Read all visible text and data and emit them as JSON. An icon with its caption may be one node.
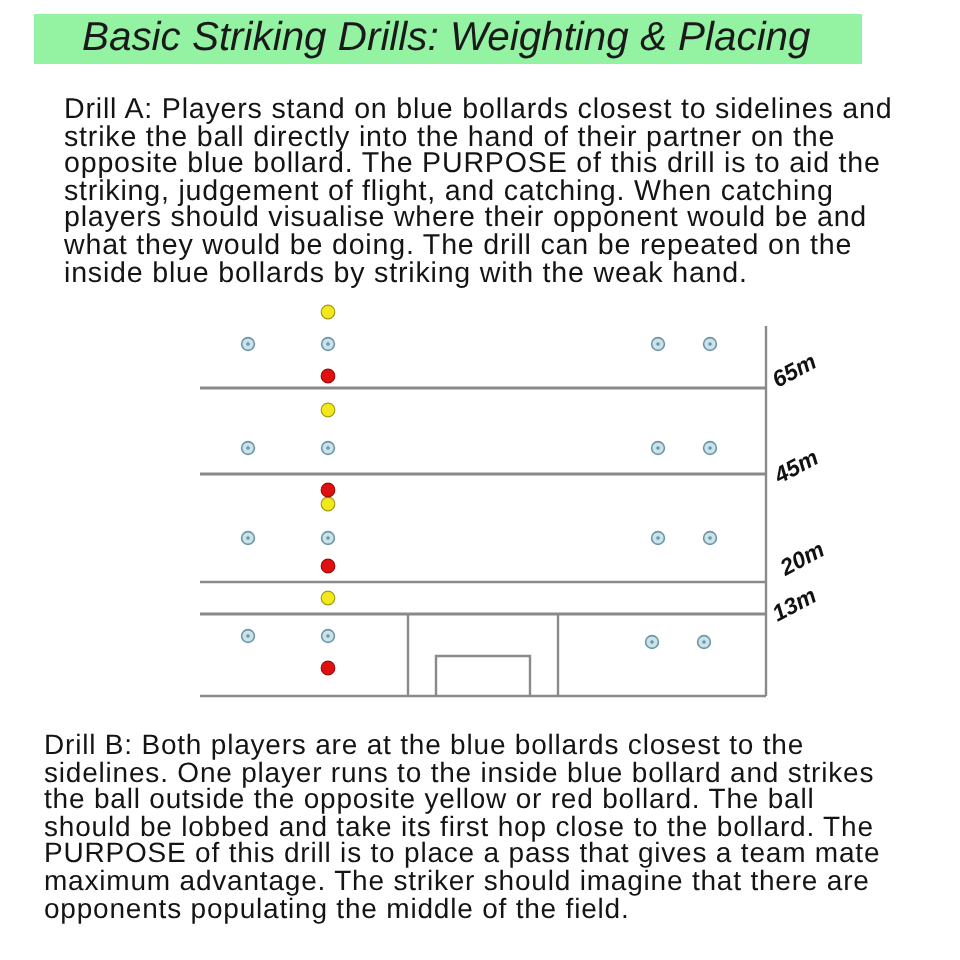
{
  "diagram": {
    "title": "Basic Striking Drills: Weighting & Placing",
    "labels": [
      "Drill A: Players stand on blue bollards closest to sidelines and strike the ball directly into the hand of their partner on the opposite blue bollard. The PURPOSE of this drill is to aid the striking, judgement of flight, and catching. When catching players should visualise where their opponent would be and what they would be doing. The drill can be repeated on the inside blue bollards by striking with the weak hand.",
      "65m",
      "45m",
      "20m",
      "13m",
      "Drill B: Both players are at the blue bollards closest to the sidelines. One player runs to the inside blue bollard and strikes the ball outside the opposite yellow or red bollard. The ball should be lobbed and take its first hop close to the bollard. The PURPOSE of this drill is to place a pass that gives a team mate maximum advantage. The striker should imagine that there are opponents populating the middle of the field."
    ]
  }
}
